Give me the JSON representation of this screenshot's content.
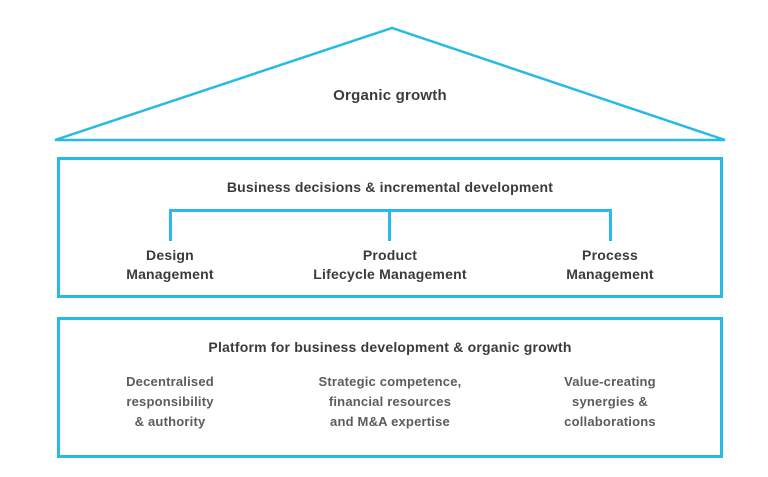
{
  "colors": {
    "accent": "#29b9e8",
    "title_text": "#3b3b3b",
    "body_text": "#5c5c5c",
    "background": "#ffffff"
  },
  "roof": {
    "label": "Organic growth"
  },
  "middle_section": {
    "title": "Business decisions & incremental development",
    "branches": [
      {
        "lines": [
          "Design",
          "Management"
        ]
      },
      {
        "lines": [
          "Product",
          "Lifecycle Management"
        ]
      },
      {
        "lines": [
          "Process",
          "Management"
        ]
      }
    ]
  },
  "bottom_section": {
    "title": "Platform for business development & organic growth",
    "columns": [
      {
        "lines": [
          "Decentralised",
          "responsibility",
          "& authority"
        ]
      },
      {
        "lines": [
          "Strategic competence,",
          "financial resources",
          "and M&A expertise"
        ]
      },
      {
        "lines": [
          "Value-creating",
          "synergies &",
          "collaborations"
        ]
      }
    ]
  }
}
